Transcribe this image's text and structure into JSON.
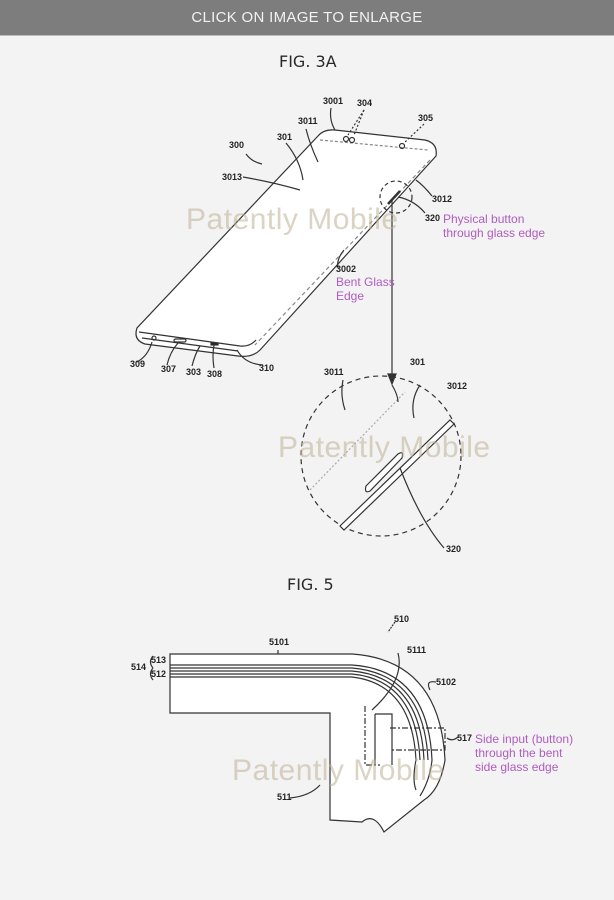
{
  "banner": {
    "label": "CLICK ON IMAGE TO ENLARGE"
  },
  "fig3a": {
    "title": "FIG. 3A",
    "labels": {
      "l300": "300",
      "l3013": "3013",
      "l301": "301",
      "l3011": "3011",
      "l3001": "3001",
      "l304": "304",
      "l305": "305",
      "l3012": "3012",
      "l320": "320",
      "l3002": "3002",
      "l309": "309",
      "l307": "307",
      "l303": "303",
      "l308": "308",
      "l310": "310"
    },
    "detail_labels": {
      "l3011": "3011",
      "l301": "301",
      "l3012": "3012",
      "l320": "320"
    },
    "annotations": {
      "button_line1": "Physical button",
      "button_line2": "through glass edge",
      "bent_line1": "Bent Glass",
      "bent_line2": "Edge"
    },
    "watermark_1": "Patently Mobile",
    "watermark_2": "Patently Mobile"
  },
  "fig5": {
    "title": "FIG. 5",
    "labels": {
      "l510": "510",
      "l5101": "5101",
      "l5111": "5111",
      "l5102": "5102",
      "l514": "514",
      "l513": "513",
      "l512": "512",
      "l517": "517",
      "l511": "511"
    },
    "annotations": {
      "line1": "Side input (button)",
      "line2": "through the bent",
      "line3": "side glass edge"
    },
    "watermark": "Patently Mobile"
  },
  "colors": {
    "banner_bg": "#7d7d7d",
    "annotation": "#b05cc0",
    "page_bg": "#f3f3f3"
  }
}
